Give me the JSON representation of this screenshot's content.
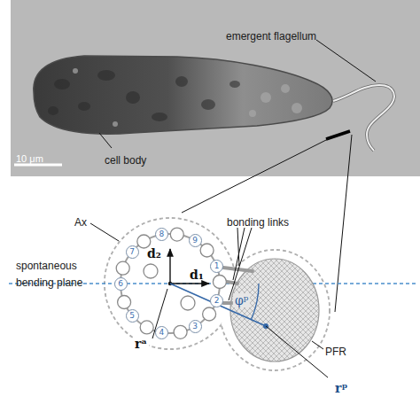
{
  "diagram": {
    "nodes": [
      {
        "text": [
          "1"
        ]
      },
      {
        "text": [
          "2"
        ]
      },
      {
        "text": [
          "3"
        ]
      },
      {
        "text": [
          "4"
        ]
      },
      {
        "text": [
          "5"
        ]
      },
      {
        "text": [
          "6"
        ]
      },
      {
        "text": [
          "7"
        ]
      },
      {
        "text": [
          "8"
        ]
      },
      {
        "text": [
          "9"
        ]
      }
    ],
    "labels": [
      "emergent flagellum",
      "cell body",
      "10 μm",
      "bonding links",
      "Ax",
      "spontaneous bending plane",
      "d₂",
      "d₁",
      "rᵃ",
      "rᵖ",
      "φᵖ",
      "PFR"
    ]
  }
}
